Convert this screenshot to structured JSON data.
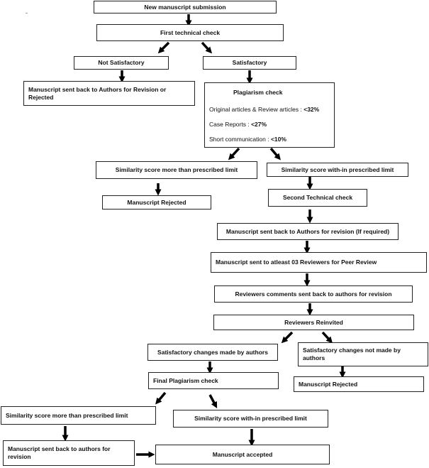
{
  "nodes": {
    "new_submission": "New manuscript submission",
    "first_check": "First technical check",
    "not_satisfactory": "Not Satisfactory",
    "satisfactory": "Satisfactory",
    "sent_back_or_rejected": "Manuscript sent back to Authors for Revision or Rejected",
    "plagiarism": {
      "title": "Plagiarism check",
      "lines": [
        {
          "label": "Original articles & Review articles :",
          "value": "<32%"
        },
        {
          "label": "Case Reports :",
          "value": "<27%"
        },
        {
          "label": "Short communication :",
          "value": "<10%"
        }
      ]
    },
    "sim_more_1": "Similarity score more than prescribed limit",
    "sim_within_1": "Similarity score with-in prescribed limit",
    "rejected_1": "Manuscript Rejected",
    "second_check": "Second Technical check",
    "sent_back_revision": "Manuscript sent back to Authors for revision (If required)",
    "peer_review": "Manuscript sent to atleast 03 Reviewers for Peer Review",
    "reviewer_comments": "Reviewers comments sent back to authors for revision",
    "reviewers_reinvited": "Reviewers Reinvited",
    "sat_changes": "Satisfactory changes made by authors",
    "sat_changes_not": "Satisfactory changes not  made by authors",
    "final_plagiarism": "Final Plagiarism check",
    "rejected_2": "Manuscript Rejected",
    "sim_more_2": "Similarity score more than prescribed limit",
    "sim_within_2": "Similarity score with-in  prescribed limit",
    "sent_back_authors": "Manuscript sent back to authors for revision",
    "accepted": "Manuscript accepted"
  }
}
